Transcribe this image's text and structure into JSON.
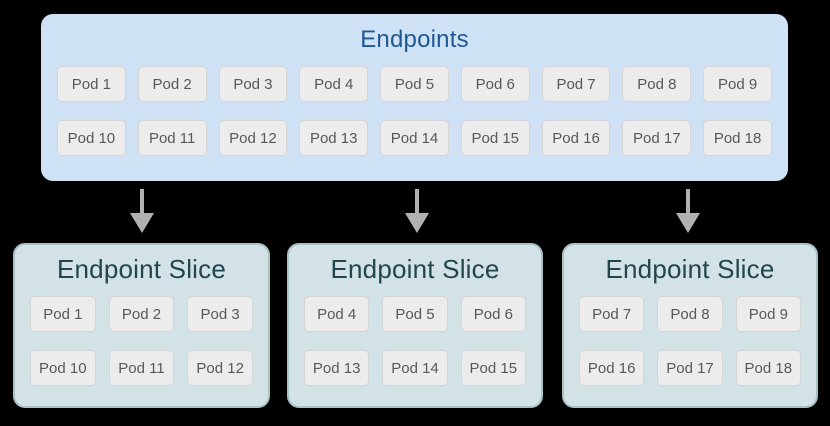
{
  "colors": {
    "bg": "#000000",
    "endpoints_fill": "#cfe2f5",
    "endpoints_title": "#1f5795",
    "slice_fill": "#d3e2e6",
    "slice_border": "#a6c2c6",
    "slice_title": "#21464d",
    "pod_fill": "#ececec",
    "pod_border": "#d5d5d5",
    "pod_text": "#57585a",
    "arrow": "#b1b1b1"
  },
  "endpoints": {
    "title": "Endpoints",
    "pods": [
      "Pod 1",
      "Pod 2",
      "Pod 3",
      "Pod 4",
      "Pod 5",
      "Pod 6",
      "Pod 7",
      "Pod 8",
      "Pod 9",
      "Pod 10",
      "Pod 11",
      "Pod 12",
      "Pod 13",
      "Pod 14",
      "Pod 15",
      "Pod 16",
      "Pod 17",
      "Pod 18"
    ]
  },
  "arrows": [
    {
      "name": "down-arrow-1"
    },
    {
      "name": "down-arrow-2"
    },
    {
      "name": "down-arrow-3"
    }
  ],
  "slices": [
    {
      "title": "Endpoint Slice",
      "pods": [
        "Pod 1",
        "Pod 2",
        "Pod 3",
        "Pod 10",
        "Pod 11",
        "Pod 12"
      ]
    },
    {
      "title": "Endpoint Slice",
      "pods": [
        "Pod 4",
        "Pod 5",
        "Pod 6",
        "Pod 13",
        "Pod 14",
        "Pod 15"
      ]
    },
    {
      "title": "Endpoint Slice",
      "pods": [
        "Pod 7",
        "Pod 8",
        "Pod 9",
        "Pod 16",
        "Pod 17",
        "Pod 18"
      ]
    }
  ]
}
